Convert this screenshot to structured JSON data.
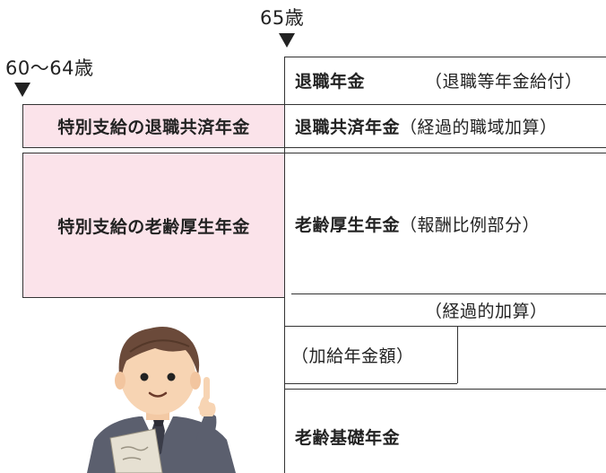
{
  "age_markers": {
    "age_65": "65歳",
    "age_60_64": "60〜64歳"
  },
  "left_column": {
    "special_mutual_aid": "特別支給の退職共済年金",
    "special_old_age_welfare": "特別支給の老齢厚生年金"
  },
  "right_column": {
    "retirement_pension": "退職年金",
    "retirement_pension_note": "（退職等年金給付）",
    "retirement_mutual_aid": "退職共済年金",
    "retirement_mutual_aid_note": "（経過的職域加算）",
    "old_age_welfare": "老齢厚生年金",
    "old_age_welfare_note": "（報酬比例部分）",
    "transitional_addition": "（経過的加算）",
    "additional_pension": "（加給年金額）",
    "old_age_basic": "老齢基礎年金"
  },
  "colors": {
    "pink_fill": "#fbe3ea",
    "line": "#333333"
  }
}
